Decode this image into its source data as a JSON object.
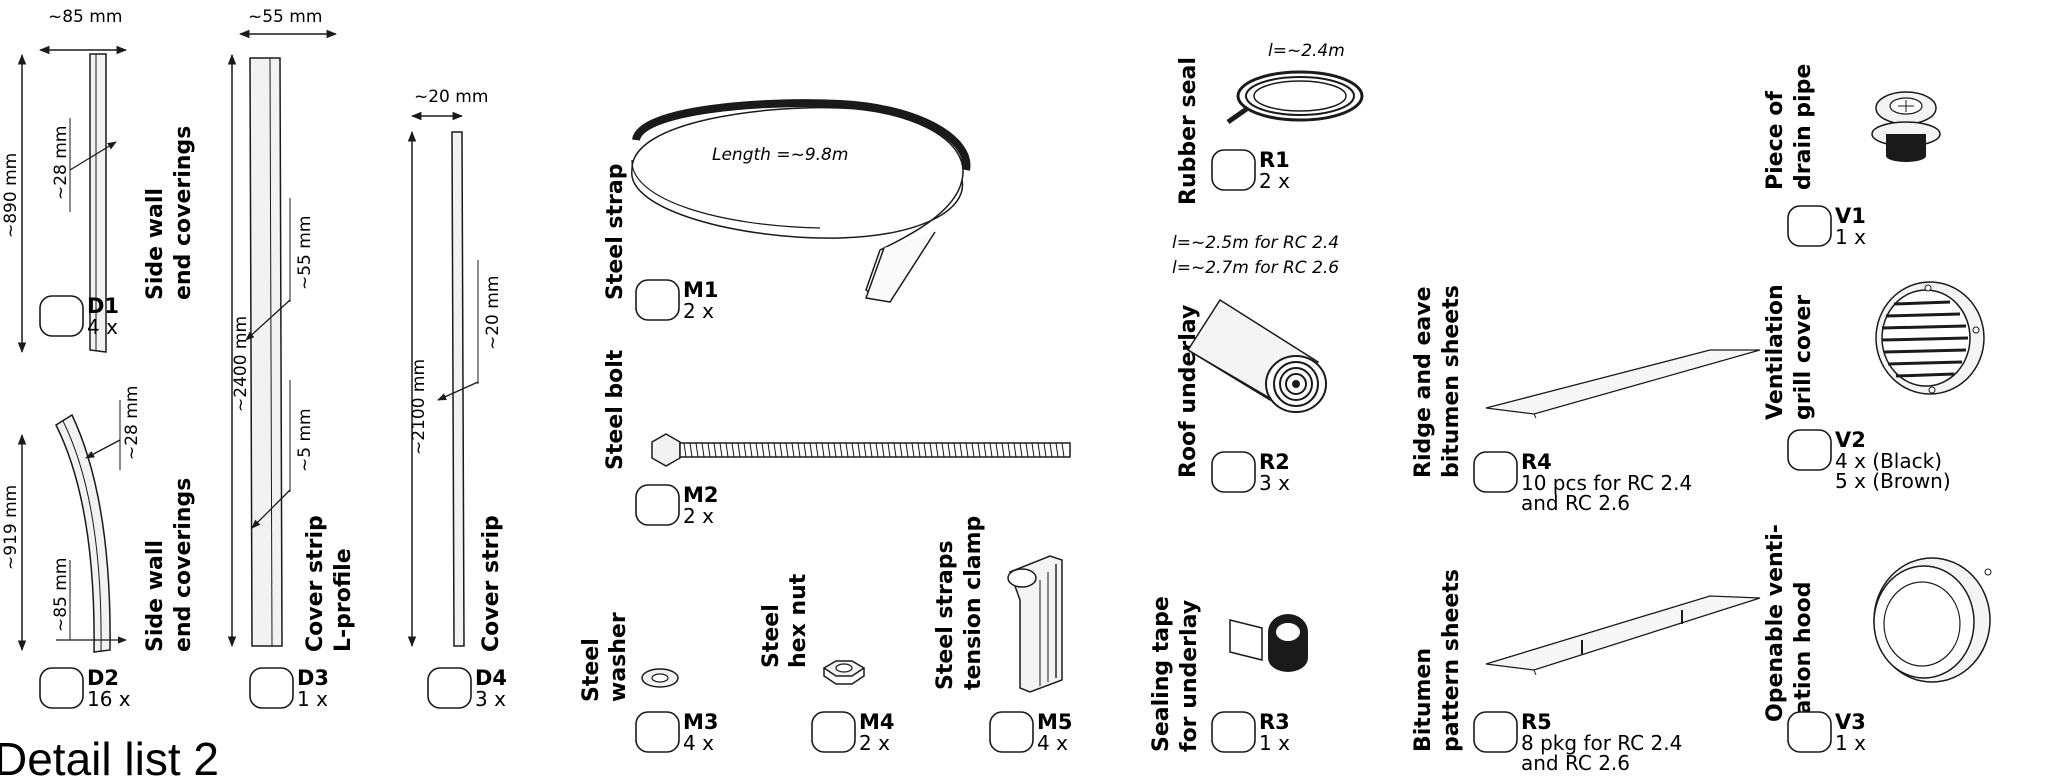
{
  "title": "Detail list 2",
  "items": {
    "D1": {
      "code": "D1",
      "qty": "4 x",
      "name1": "Side wall",
      "name2": "end coverings",
      "dims": [
        "~85 mm",
        "~890 mm",
        "~28 mm"
      ]
    },
    "D2": {
      "code": "D2",
      "qty": "16 x",
      "name1": "Side wall",
      "name2": "end coverings",
      "dims": [
        "~919 mm",
        "~85 mm",
        "~28 mm"
      ]
    },
    "D3": {
      "code": "D3",
      "qty": "1 x",
      "name1": "Cover strip",
      "name2": "L-profile",
      "dims": [
        "~55 mm",
        "~2400 mm",
        "~55 mm",
        "~5 mm"
      ]
    },
    "D4": {
      "code": "D4",
      "qty": "3 x",
      "name1": "Cover strip",
      "dims": [
        "~20 mm",
        "~2100 mm",
        "~20 mm"
      ]
    },
    "M1": {
      "code": "M1",
      "qty": "2 x",
      "name1": "Steel strap",
      "note": "Length =~9.8m"
    },
    "M2": {
      "code": "M2",
      "qty": "2 x",
      "name1": "Steel bolt"
    },
    "M3": {
      "code": "M3",
      "qty": "4 x",
      "name1": "Steel",
      "name2": "washer"
    },
    "M4": {
      "code": "M4",
      "qty": "2 x",
      "name1": "Steel",
      "name2": "hex nut"
    },
    "M5": {
      "code": "M5",
      "qty": "4 x",
      "name1": "Steel straps",
      "name2": "tension clamp"
    },
    "R1": {
      "code": "R1",
      "qty": "2 x",
      "name1": "Rubber seal",
      "note": "l=~2.4m"
    },
    "R2": {
      "code": "R2",
      "qty": "3 x",
      "name1": "Roof underlay",
      "note1": "l=~2.5m for RC 2.4",
      "note2": "l=~2.7m for RC 2.6"
    },
    "R3": {
      "code": "R3",
      "qty": "1 x",
      "name1": "Sealing tape",
      "name2": "for underlay"
    },
    "R4": {
      "code": "R4",
      "qty1": "10 pcs for RC 2.4",
      "qty2": "and RC 2.6",
      "name1": "Ridge and eave",
      "name2": "bitumen sheets"
    },
    "R5": {
      "code": "R5",
      "qty1": "8 pkg for RC 2.4",
      "qty2": "and RC 2.6",
      "name1": "Bitumen",
      "name2": "pattern sheets"
    },
    "V1": {
      "code": "V1",
      "qty": "1 x",
      "name1": "Piece of",
      "name2": "drain pipe"
    },
    "V2": {
      "code": "V2",
      "qty1": "4 x (Black)",
      "qty2": "5 x (Brown)",
      "name1": "Ventilation",
      "name2": "grill cover"
    },
    "V3": {
      "code": "V3",
      "qty": "1 x",
      "name1": "Openable venti-",
      "name2": "lation hood"
    }
  }
}
